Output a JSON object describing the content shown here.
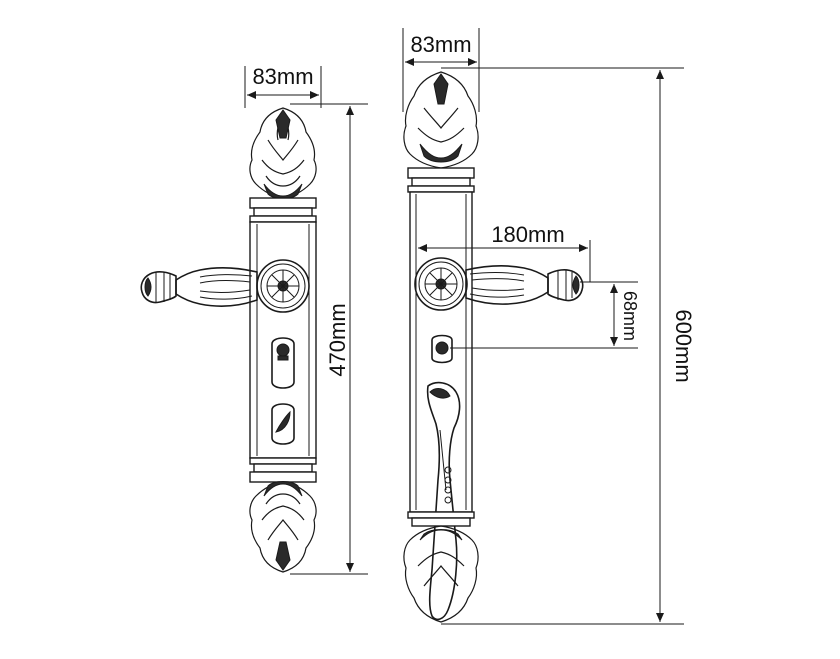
{
  "dimensions": {
    "left_width": "83mm",
    "left_height": "470mm",
    "right_width": "83mm",
    "right_handle_length": "180mm",
    "right_spacing": "68mm",
    "right_height": "600mm"
  },
  "colors": {
    "line": "#1a1a1a",
    "background": "#ffffff"
  }
}
